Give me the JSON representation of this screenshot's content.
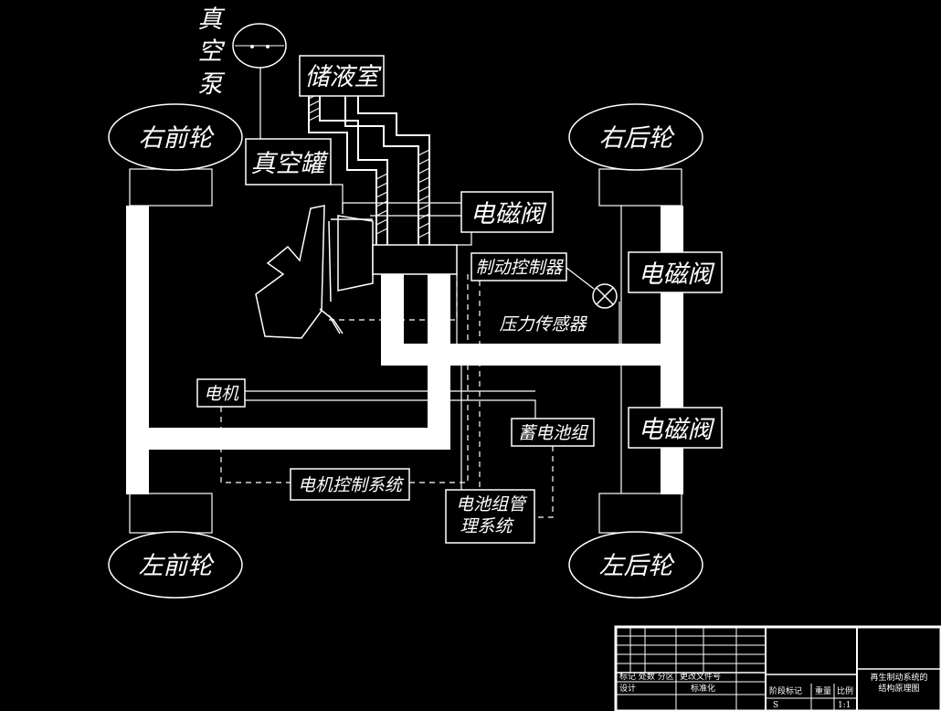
{
  "diagram": {
    "vacuum_pump": [
      "真",
      "空",
      "泵"
    ],
    "wheels": {
      "front_right": "右前轮",
      "rear_right": "右后轮",
      "front_left": "左前轮",
      "rear_left": "左后轮"
    },
    "reservoir": "储液室",
    "vacuum_tank": "真空罐",
    "solenoid_valve_top": "电磁阀",
    "solenoid_valve_right_upper": "电磁阀",
    "solenoid_valve_right_lower": "电磁阀",
    "brake_controller": "制动控制器",
    "pressure_sensor": "压力传感器",
    "motor": "电机",
    "battery_pack": "蓄电池组",
    "motor_control_system": "电机控制系统",
    "battery_management": [
      "电池组管",
      "理系统"
    ]
  },
  "title_block": {
    "drawing_title": [
      "再生制动系统的",
      "结构原理图"
    ],
    "stage_mark": "阶段标记",
    "weight": "重量",
    "scale": "比例",
    "scale_value": "1:1",
    "row_marks": "标记 处数 分区",
    "row_doc": "更改文件号",
    "row_design": "设计",
    "row_std": "标准化",
    "stage_value": "S"
  },
  "colors": {
    "background": "#000000",
    "line": "#ffffff"
  }
}
